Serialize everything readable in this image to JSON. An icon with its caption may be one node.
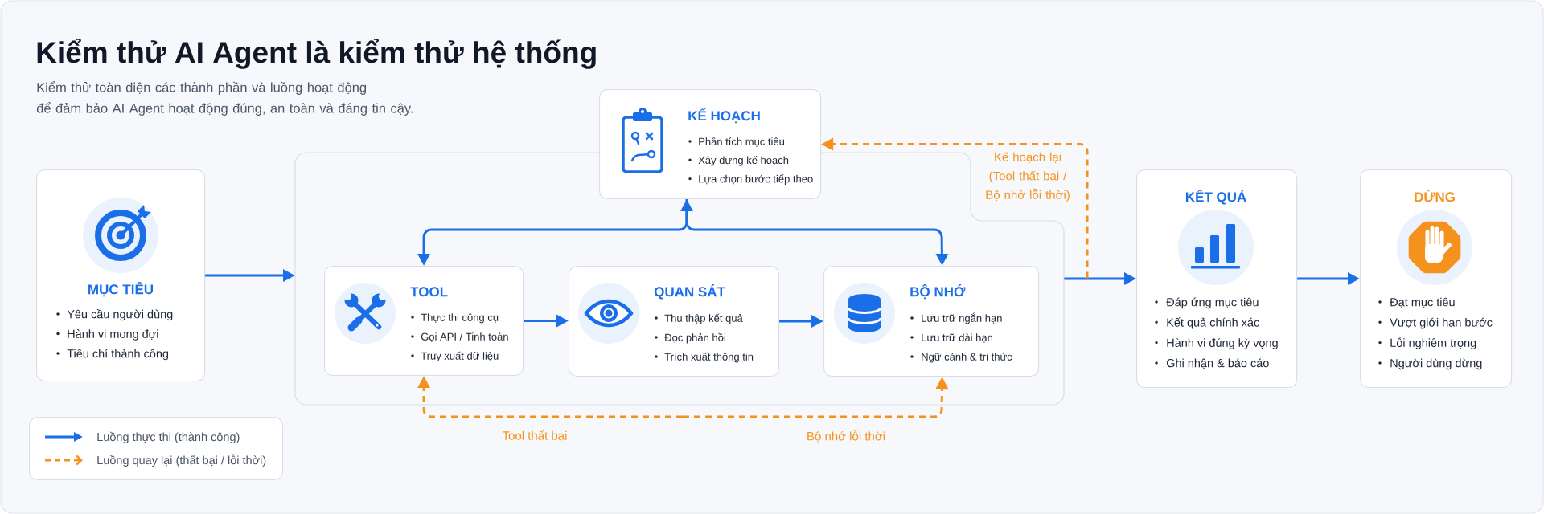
{
  "diagram": {
    "title": "Kiểm thử AI Agent là kiểm thử hệ thống",
    "nodes": [
      {
        "text": [
          "MỤC TIÊU",
          "Yêu cầu người dùng",
          "Hành vi mong đợi",
          "Tiêu chí thành công"
        ]
      },
      {
        "text": [],
        "shape": "box"
      },
      {
        "text": [
          "KẾ HOẠCH",
          "Phân tích mục tiêu",
          "Xây dựng kế hoạch",
          "Lựa chọn bước tiếp theo"
        ]
      },
      {
        "text": [
          "TOOL",
          "Thực thi công cụ",
          "Gọi API / Tinh toàn",
          "Truy xuất dữ liệu"
        ],
        "in": 1
      },
      {
        "text": [
          "QUAN SÁT",
          "Thu thập kết quả",
          "Đọc phản hồi",
          "Trích xuất thông tin"
        ],
        "in": 1
      },
      {
        "text": [
          "BỘ NHỚ",
          "Lưu trữ ngắn hạn",
          "Lưu trữ dài hạn",
          "Ngữ cảnh & tri thức"
        ],
        "in": 1
      },
      {
        "text": [
          "KẾT QUẢ",
          "Đáp ứng mục tiêu",
          "Kết quả chính xác",
          "Hành vi đúng kỳ vọng",
          "Ghi nhận & báo cáo"
        ]
      },
      {
        "text": [
          "DỪNG",
          "Đạt mục tiêu",
          "Vượt giới hạn bước",
          "Lỗi nghiêm trọng",
          "Người dùng dừng"
        ]
      }
    ],
    "edges": [
      {
        "from": 0,
        "to": 1,
        "arrow": "to"
      },
      {
        "from": 2,
        "to": 3,
        "arrow": "both"
      },
      {
        "from": 2,
        "to": 5,
        "arrow": "to"
      },
      {
        "from": 3,
        "to": 4,
        "arrow": "to"
      },
      {
        "from": 4,
        "to": 5,
        "arrow": "to"
      },
      {
        "from": null,
        "to": 3,
        "arrow": "to",
        "label": "Tool thất bại",
        "style": "dashed",
        "color": "#f5921e"
      },
      {
        "from": null,
        "to": 5,
        "arrow": "to",
        "label": "Bộ nhớ lỗi thời",
        "style": "dashed",
        "color": "#f5921e"
      },
      {
        "from": 1,
        "to": 6,
        "arrow": "to"
      },
      {
        "from": null,
        "to": 2,
        "arrow": "to",
        "label": "Kế hoạch lại (Tool thất bại / Bộ nhớ lỗi thời)",
        "style": "dashed",
        "color": "#f5921e"
      },
      {
        "from": 6,
        "to": 7,
        "arrow": "to"
      }
    ],
    "labels": [
      "Kiểm thử toàn diện các thành phần và luồng hoạt động để đảm bảo AI Agent hoạt động đúng, an toàn và đáng tin cậy."
    ],
    "legend": [
      {
        "text": "Luồng thực thi (thành công)"
      },
      {
        "text": "Luồng quay lại (thất bại / lỗi thời)"
      }
    ]
  }
}
